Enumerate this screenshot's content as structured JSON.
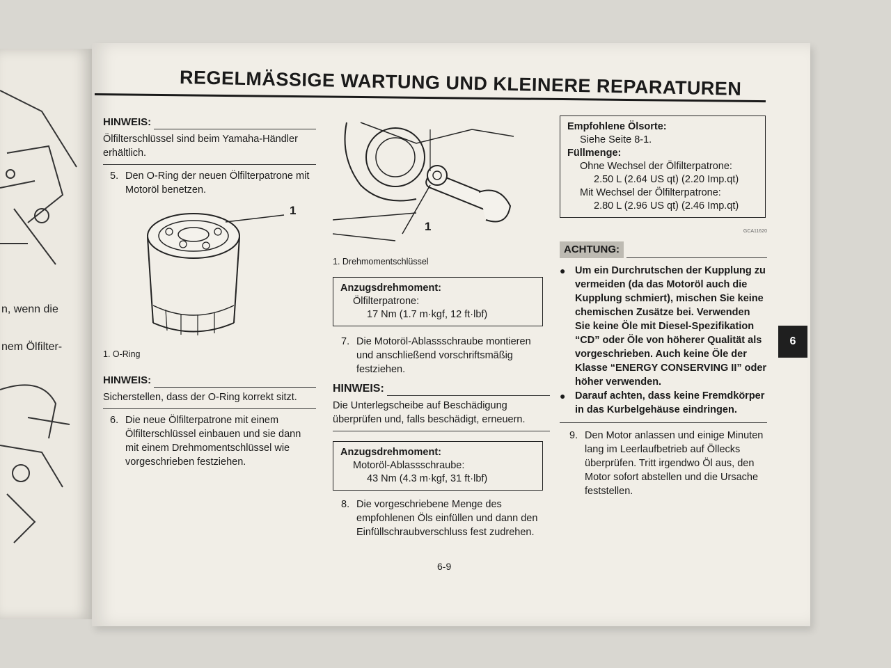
{
  "left_page": {
    "line1": "n, wenn die",
    "line2": "nem Ölfilter-"
  },
  "header": {
    "title": "REGELMÄSSIGE WARTUNG UND KLEINERE REPARATUREN"
  },
  "col1": {
    "hinweis1_label": "HINWEIS:",
    "hinweis1_text": "Ölfilterschlüssel sind beim Yamaha-Händler erhältlich.",
    "step5_num": "5.",
    "step5_text": "Den O-Ring der neuen Ölfilterpatrone mit Motoröl benetzen.",
    "figure_callout": "1",
    "figure_caption": "1. O-Ring",
    "hinweis2_label": "HINWEIS:",
    "hinweis2_text": "Sicherstellen, dass der O-Ring korrekt sitzt.",
    "step6_num": "6.",
    "step6_text": "Die neue Ölfilterpatrone mit einem Ölfilterschlüssel einbauen und sie dann mit einem Drehmomentschlüssel wie vorgeschrieben festziehen."
  },
  "col2": {
    "figure_callout": "1",
    "figure_caption": "1. Drehmomentschlüssel",
    "torque1_title": "Anzugsdrehmoment:",
    "torque1_item": "Ölfilterpatrone:",
    "torque1_value": "17 Nm (1.7 m·kgf, 12 ft·lbf)",
    "step7_num": "7.",
    "step7_text": "Die Motoröl-Ablassschraube montieren und anschließend vorschriftsmäßig festziehen.",
    "hinweis_label": "HINWEIS:",
    "hinweis_text": "Die Unterlegscheibe auf Beschädigung überprüfen und, falls beschädigt, erneuern.",
    "torque2_title": "Anzugsdrehmoment:",
    "torque2_item": "Motoröl-Ablassschraube:",
    "torque2_value": "43 Nm (4.3 m·kgf, 31 ft·lbf)",
    "step8_num": "8.",
    "step8_text": "Die vorgeschriebene Menge des empfohlenen Öls einfüllen und dann den Einfüllschraubverschluss fest zudrehen."
  },
  "col3": {
    "oil_type_label": "Empfohlene Ölsorte:",
    "oil_type_value": "Siehe Seite 8-1.",
    "fill_label": "Füllmenge:",
    "without_filter": "Ohne Wechsel der Ölfilterpatrone:",
    "without_value": "2.50 L (2.64 US qt) (2.20 Imp.qt)",
    "with_filter": "Mit Wechsel der Ölfilterpatrone:",
    "with_value": "2.80 L (2.96 US qt) (2.46 Imp.qt)",
    "code": "GCA11620",
    "achtung_label": "ACHTUNG:",
    "bullet1": "Um ein Durchrutschen der Kupplung zu vermeiden (da das Motoröl auch die Kupplung schmiert), mischen Sie keine chemischen Zusätze bei. Verwenden Sie keine Öle mit Diesel-Spezifikation “CD” oder Öle von höherer Qualität als vorgeschrieben. Auch keine Öle der Klasse “ENERGY CONSERVING II” oder höher verwenden.",
    "bullet2": "Darauf achten, dass keine Fremdkörper in das Kurbelgehäuse eindringen.",
    "step9_num": "9.",
    "step9_text": "Den Motor anlassen und einige Minuten lang im Leerlaufbetrieb auf Öllecks überprüfen. Tritt irgendwo Öl aus, den Motor sofort abstellen und die Ursache feststellen."
  },
  "section_tab": "6",
  "page_number": "6-9"
}
